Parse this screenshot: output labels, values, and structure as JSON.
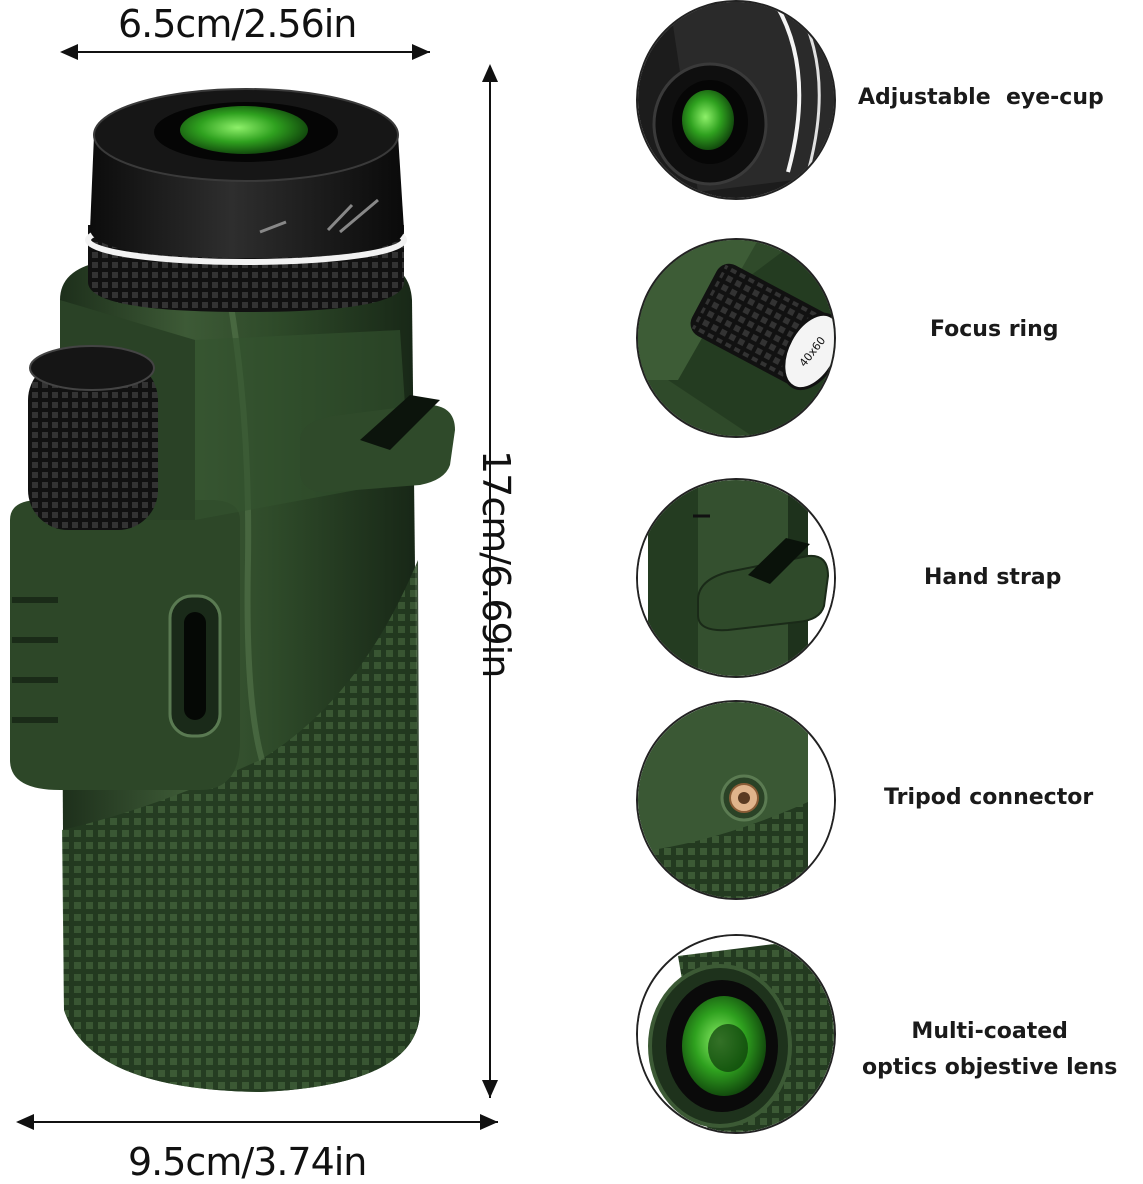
{
  "dimensions": {
    "top_width": "6.5cm/2.56in",
    "height": "17cm/6.69in",
    "bottom_width": "9.5cm/3.74in"
  },
  "features": [
    {
      "label": "Adjustable  eye-cup",
      "icon": "eye-cup-detail"
    },
    {
      "label": "Focus ring",
      "icon": "focus-ring-detail"
    },
    {
      "label": "Hand strap",
      "icon": "hand-strap-detail"
    },
    {
      "label": "Tripod connector",
      "icon": "tripod-connector-detail"
    },
    {
      "label": "Multi-coated",
      "label_line2": "optics objestive lens",
      "icon": "objective-lens-detail"
    }
  ],
  "focus_knob_text": "40x60",
  "colors": {
    "body_green": "#2f4a2a",
    "dark_green": "#1f3320",
    "lens_green": "#3fbf2f",
    "rubber_black": "#1a1a1a"
  }
}
